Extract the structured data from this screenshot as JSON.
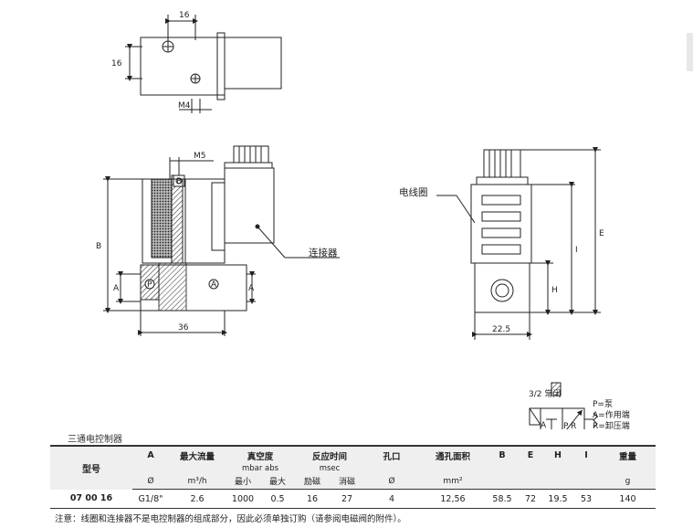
{
  "drawing": {
    "top_view": {
      "dim_width": "16",
      "dim_height": "16",
      "thread": "M4"
    },
    "side_view": {
      "thread": "M5",
      "dim_b": "B",
      "dim_a": "A",
      "dim_a_right": "A",
      "dim_width": "36",
      "port_p": "P",
      "port_a": "A",
      "port_b": "B",
      "connector_label": "连接器"
    },
    "front_view": {
      "coil_label": "电线圈",
      "dim_e": "E",
      "dim_i": "I",
      "dim_h": "H",
      "dim_width": "22.5"
    }
  },
  "scheme": {
    "title": "3/2  常闭",
    "legend": [
      "P=泵",
      "A=作用端",
      "R=卸压端"
    ],
    "port_labels": {
      "a": "A",
      "p": "P",
      "r": "R"
    }
  },
  "table": {
    "section_title": "三通电控制器",
    "model_header": "型号",
    "head1": [
      "A",
      "最大流量",
      "真空度",
      "反应时间",
      "孔口",
      "通孔面积",
      "B",
      "E",
      "H",
      "I",
      "重量"
    ],
    "head2": {
      "vacuum_unit": "mbar abs",
      "time_unit": "msec"
    },
    "head3": [
      "Ø",
      "m³/h",
      "最小",
      "最大",
      "励磁",
      "消磁",
      "Ø",
      "mm²",
      "g"
    ],
    "rows": [
      {
        "model": "07 00 16",
        "a": "G1/8\"",
        "flow": "2.6",
        "vac_min": "1000",
        "vac_max": "0.5",
        "t_on": "16",
        "t_off": "27",
        "orifice": "4",
        "area": "12,56",
        "b": "58.5",
        "e": "72",
        "h": "19.5",
        "i": "53",
        "weight": "140"
      }
    ]
  },
  "note": "注意：线圈和连接器不是电控制器的组成部分，因此必须单独订购（请参阅电磁阀的附件）。"
}
